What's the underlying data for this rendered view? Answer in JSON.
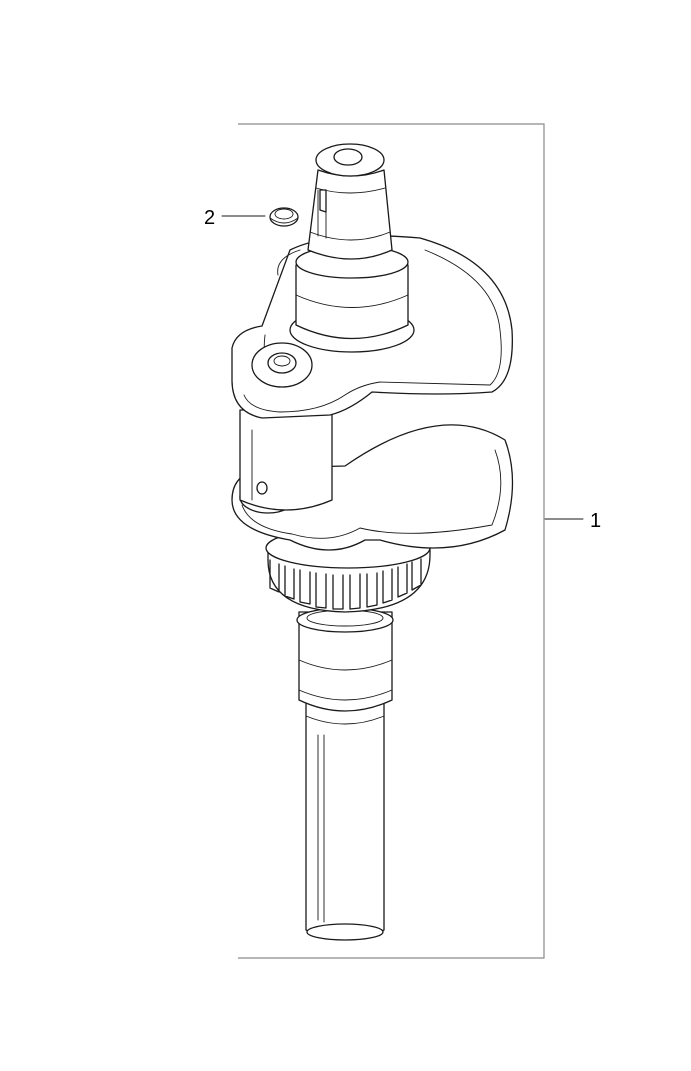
{
  "callouts": [
    {
      "number": "1",
      "part": "crankshaft"
    },
    {
      "number": "2",
      "part": "seal-ring"
    }
  ]
}
